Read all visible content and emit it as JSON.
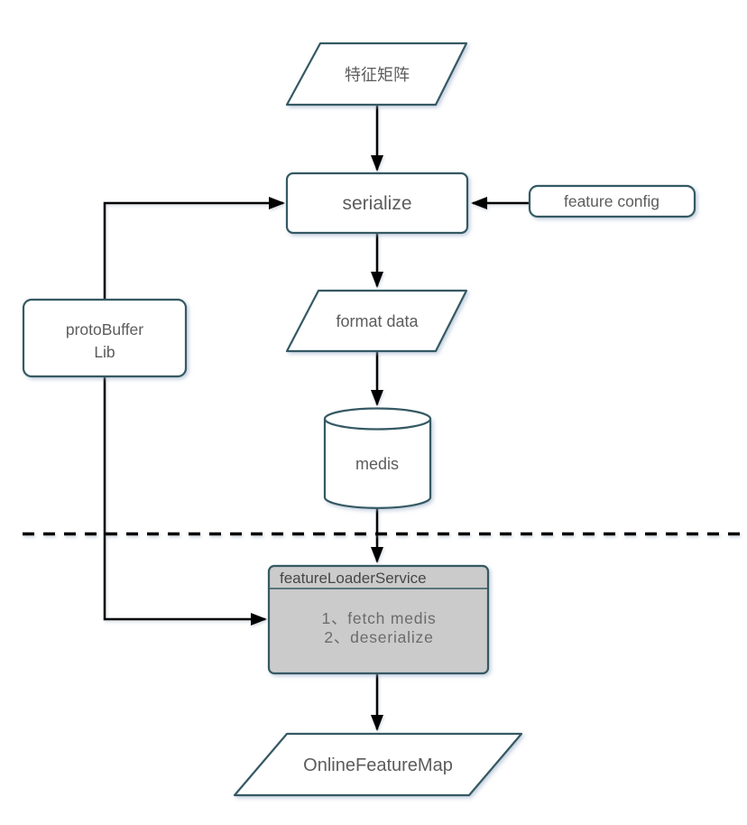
{
  "diagram": {
    "background": "#ffffff",
    "colors": {
      "node_border": "#355963",
      "node_fill": "#ffffff",
      "service_fill": "#cbcbcb",
      "label_text": "#5c5c5c",
      "service_title_text": "#474747",
      "service_step_text": "#6b6b6b",
      "arrow": "#000000"
    },
    "nodes": {
      "feature_matrix": {
        "label": "特征矩阵",
        "shape": "parallelogram"
      },
      "serialize": {
        "label": "serialize",
        "shape": "rounded-rect"
      },
      "feature_config": {
        "label": "feature config",
        "shape": "rounded-rect"
      },
      "protobuffer_lib": {
        "line1": "protoBuffer",
        "line2": "Lib",
        "shape": "rounded-rect"
      },
      "format_data": {
        "label": "format data",
        "shape": "parallelogram"
      },
      "medis": {
        "label": "medis",
        "shape": "cylinder"
      },
      "feature_loader_service": {
        "title": "featureLoaderService",
        "step1": "1、fetch medis",
        "step2": "2、deserialize",
        "shape": "titled-rect"
      },
      "online_feature_map": {
        "label": "OnlineFeatureMap",
        "shape": "parallelogram"
      }
    },
    "edges": [
      {
        "from": "feature_matrix",
        "to": "serialize"
      },
      {
        "from": "feature_config",
        "to": "serialize"
      },
      {
        "from": "protobuffer_lib",
        "to": "serialize"
      },
      {
        "from": "serialize",
        "to": "format_data"
      },
      {
        "from": "format_data",
        "to": "medis"
      },
      {
        "from": "medis",
        "to": "feature_loader_service"
      },
      {
        "from": "protobuffer_lib",
        "to": "feature_loader_service"
      },
      {
        "from": "feature_loader_service",
        "to": "online_feature_map"
      }
    ],
    "divider": {
      "style": "dashed",
      "orientation": "horizontal"
    }
  }
}
